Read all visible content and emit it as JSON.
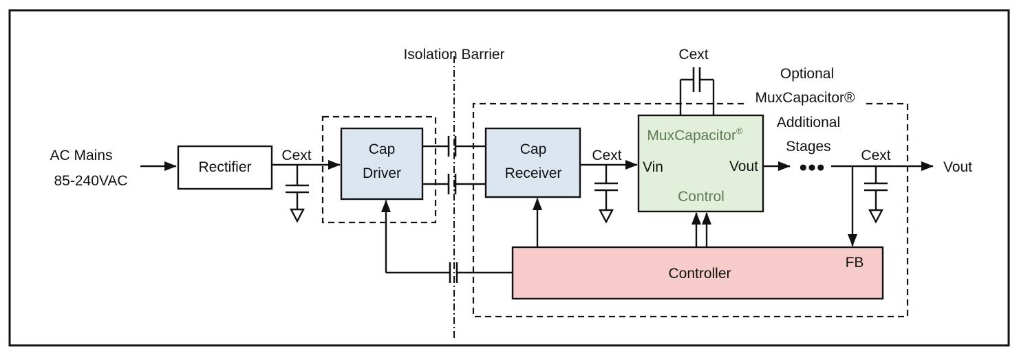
{
  "labels": {
    "input_line1": "AC Mains",
    "input_line2": "85-240VAC",
    "rectifier": "Rectifier",
    "cext_rectifier": "Cext",
    "cap_driver_line1": "Cap",
    "cap_driver_line2": "Driver",
    "isolation_barrier": "Isolation Barrier",
    "cap_receiver_line1": "Cap",
    "cap_receiver_line2": "Receiver",
    "cext_receiver": "Cext",
    "cext_top": "Cext",
    "muxcap_title": "MuxCapacitor",
    "muxcap_reg": "®",
    "vin": "Vin",
    "vout_pin": "Vout",
    "control": "Control",
    "optional_line1": "Optional",
    "optional_line2": "MuxCapacitor®",
    "optional_line3": "Additional",
    "optional_line4": "Stages",
    "dots": "●●●",
    "cext_output": "Cext",
    "vout_output": "Vout",
    "controller": "Controller",
    "fb": "FB"
  },
  "colors": {
    "cap_blocks_fill": "#dce6f1",
    "muxcap_fill": "#e2efda",
    "muxcap_text": "#5e7a55",
    "controller_fill": "#f8cbcb",
    "line": "#111111"
  }
}
